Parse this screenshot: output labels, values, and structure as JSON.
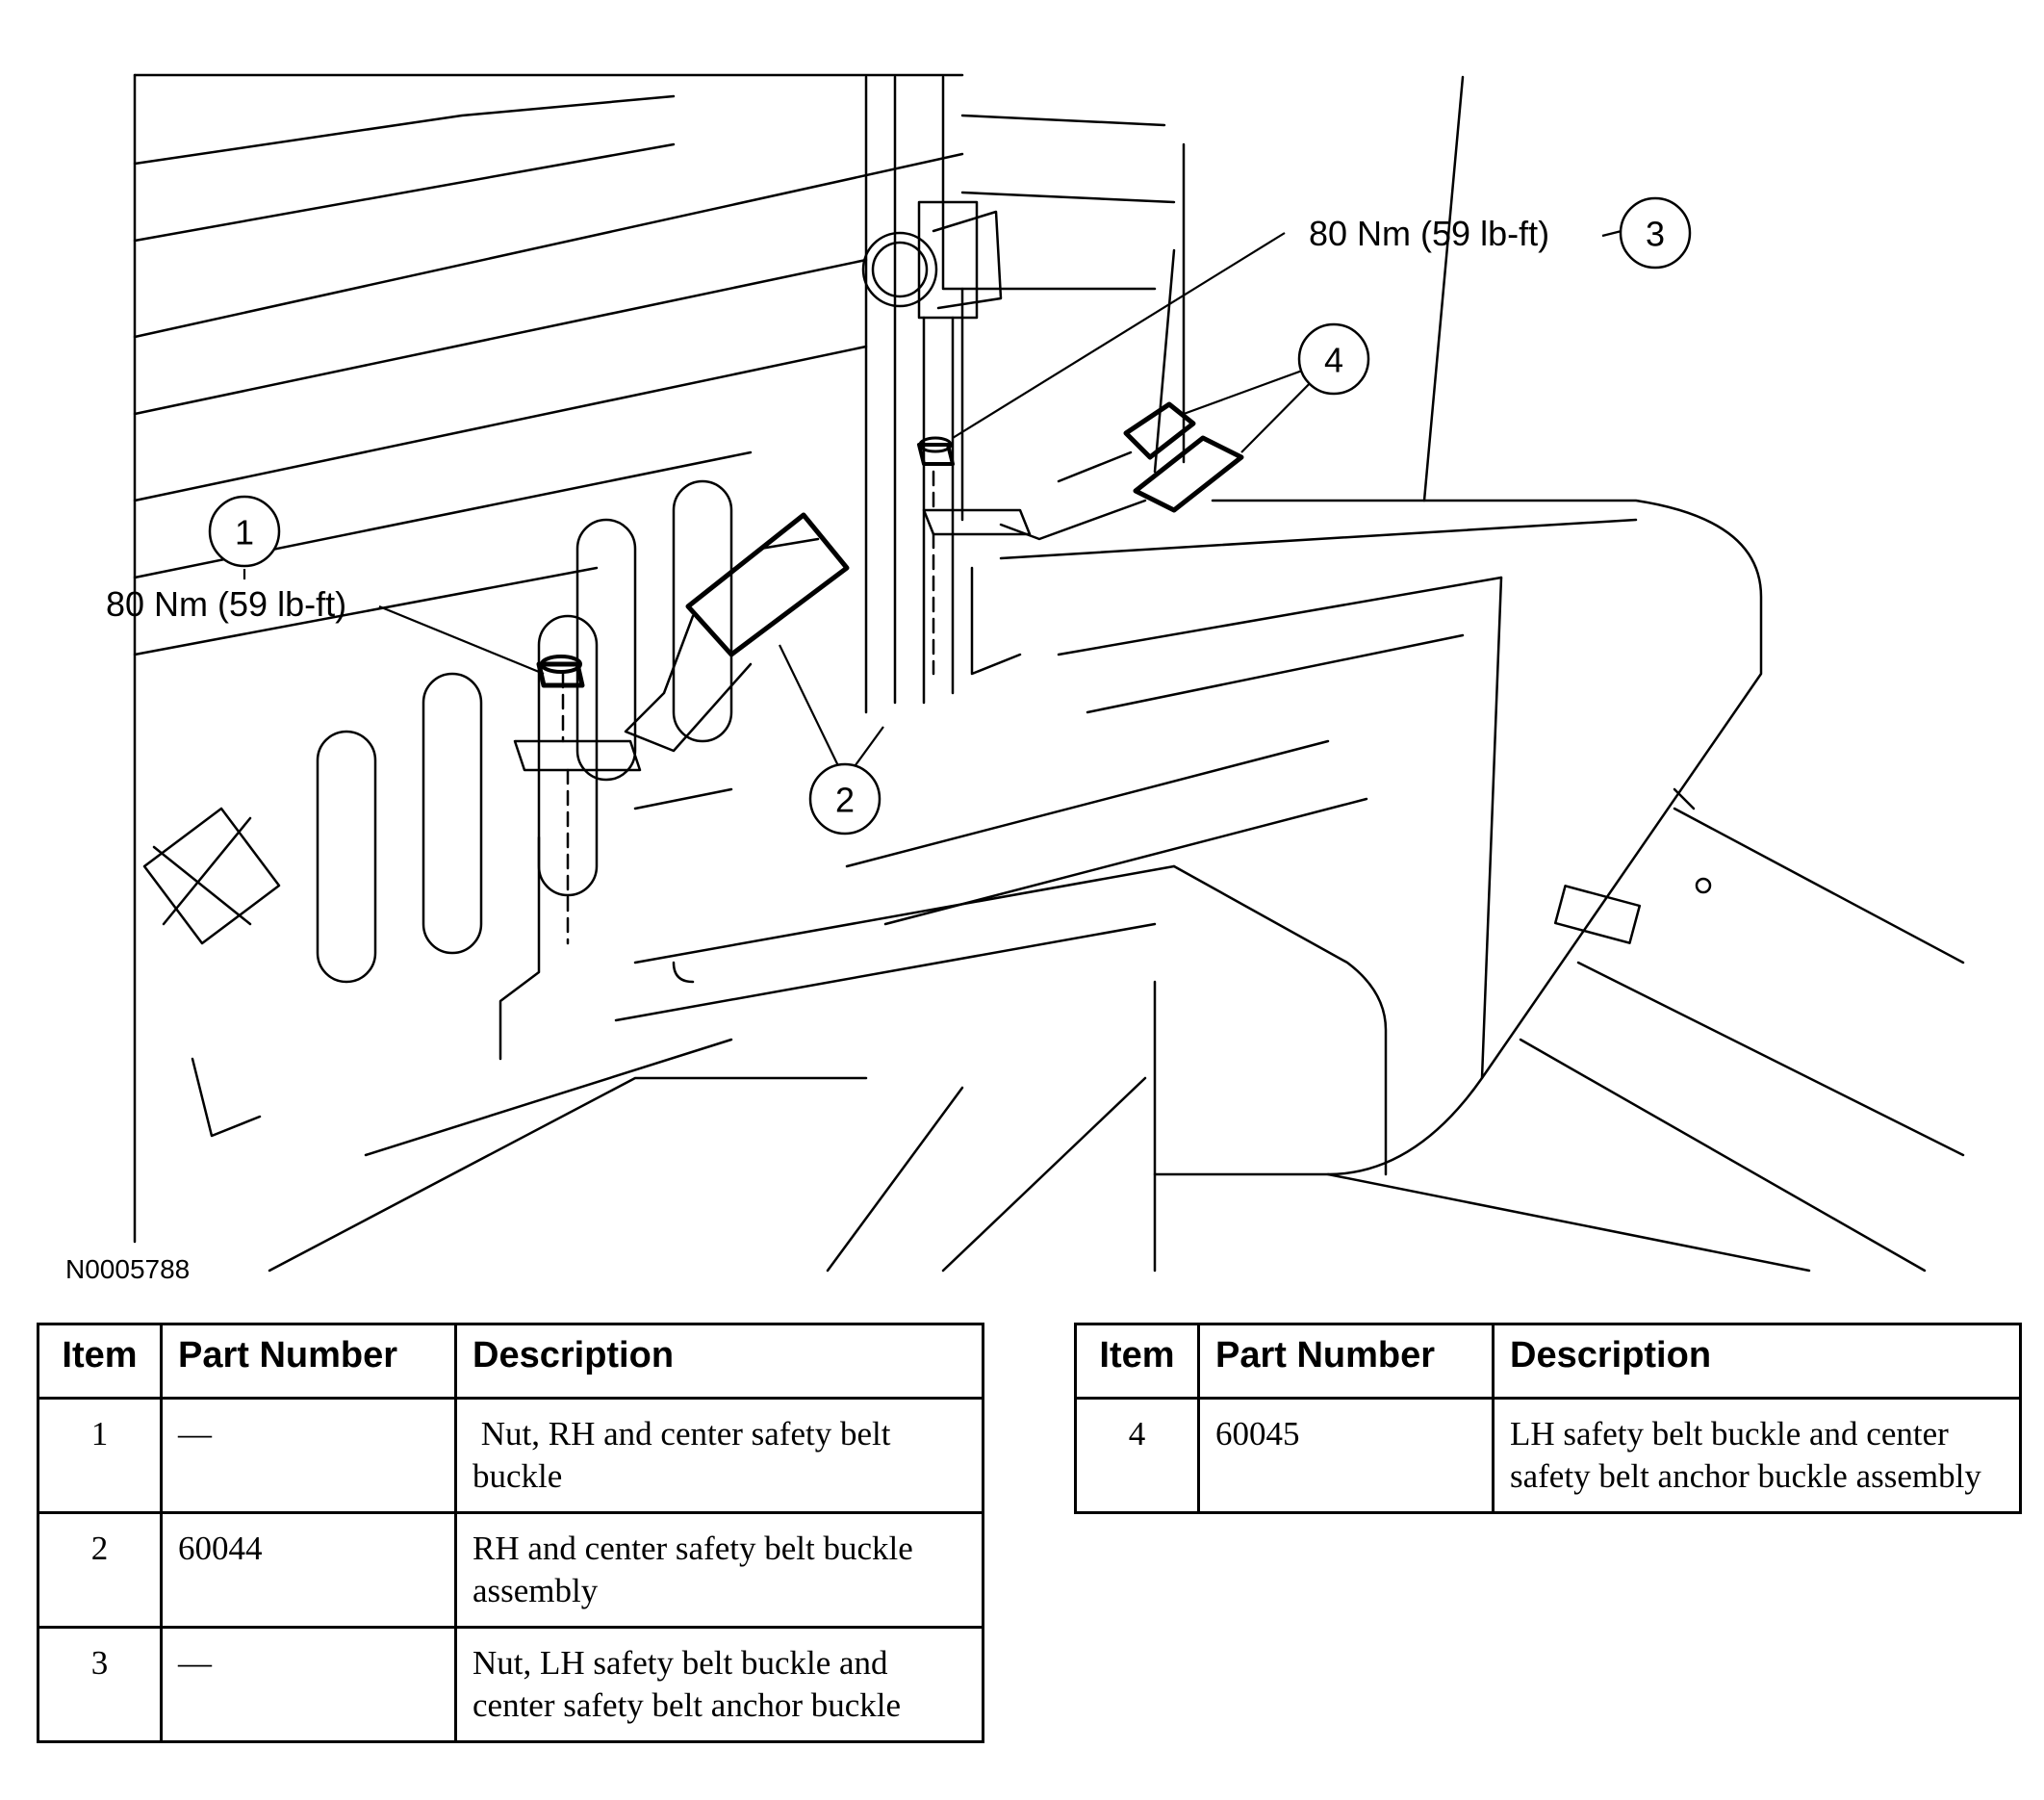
{
  "illustration": {
    "figure_id": "N0005788",
    "callouts": [
      {
        "number": "1",
        "torque": "80 Nm (59 lb-ft)"
      },
      {
        "number": "2",
        "torque": ""
      },
      {
        "number": "3",
        "torque": "80 Nm (59 lb-ft)"
      },
      {
        "number": "4",
        "torque": ""
      }
    ]
  },
  "parts_table": {
    "headers": {
      "item": "Item",
      "part_number": "Part Number",
      "description": "Description"
    },
    "left": [
      {
        "item": "1",
        "part_number": "—",
        "description": " Nut, RH and center safety belt buckle"
      },
      {
        "item": "2",
        "part_number": "60044",
        "description": "RH and center safety belt buckle assembly"
      },
      {
        "item": "3",
        "part_number": "—",
        "description": "Nut, LH safety belt buckle and center safety belt anchor buckle"
      }
    ],
    "right": [
      {
        "item": "4",
        "part_number": "60045",
        "description": "LH safety belt buckle and center safety belt anchor buckle assembly"
      }
    ]
  }
}
